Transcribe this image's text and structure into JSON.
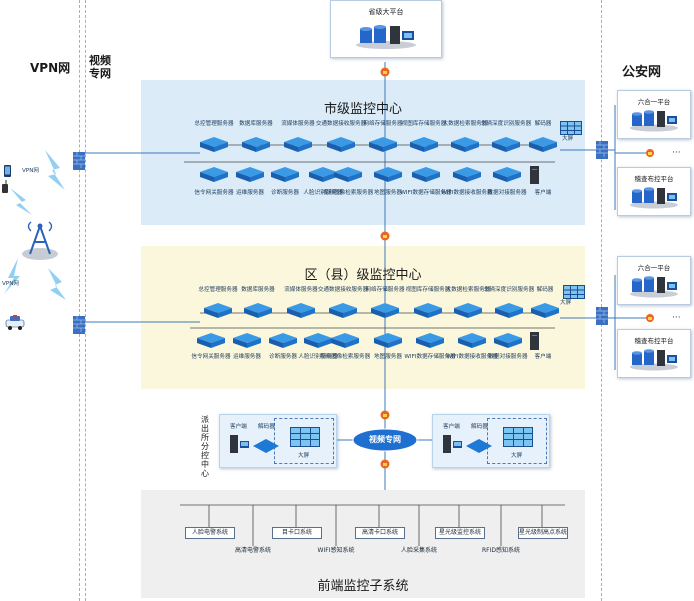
{
  "province": {
    "title": "省级大平台"
  },
  "left_labels": {
    "vpn": "VPN网",
    "video_net": "视频专网",
    "vpn_small_1": "VPN网",
    "vpn_small_2": "VPN网"
  },
  "right_label": "公安网",
  "city": {
    "title": "市级监控中心",
    "top_servers": [
      "总控管理服务器",
      "数据库服务器",
      "流媒体服务器",
      "交通数据接收服务器",
      "网络存储服务器",
      "视图库存储服务器",
      "大数据检索服务器",
      "车辆深度识别服务器",
      "解码器"
    ],
    "bottom_servers": [
      "信令网关服务器",
      "运维服务器",
      "诊断服务器",
      "人脸识别服务器",
      "视频图像检索服务器",
      "地图服务器",
      "WIFI数据存储服务器",
      "WIFI数据接收服务器",
      "数据对接服务器",
      "客户端"
    ],
    "screen_label": "大屏"
  },
  "district": {
    "title": "区（县）级监控中心",
    "top_servers": [
      "总控管理服务器",
      "数据库服务器",
      "流媒体服务器",
      "交通数据接收服务器",
      "网络存储服务器",
      "视图库存储服务器",
      "大数据检索服务器",
      "车辆深度识别服务器",
      "解码器"
    ],
    "bottom_servers": [
      "信令网关服务器",
      "运维服务器",
      "诊断服务器",
      "人脸识别服务器",
      "视频图像检索服务器",
      "地图服务器",
      "WIFI数据存储服务器",
      "WIFI数据接收服务器",
      "数据对接服务器",
      "客户端"
    ],
    "screen_label": "大屏"
  },
  "right_nodes": [
    {
      "title": "六合一平台"
    },
    {
      "title": "稽查布控平台"
    },
    {
      "title": "六合一平台"
    },
    {
      "title": "稽查布控平台"
    }
  ],
  "dots": "···",
  "police_station": {
    "label": "派出所分控中心",
    "client": "客户端",
    "decoder": "解码器",
    "screen": "大屏"
  },
  "video_net_hub": "视频专网",
  "front": {
    "title": "前端监控子系统",
    "top_row": [
      "人脸电警系统",
      "目卡口系统",
      "高清卡口系统",
      "星光级监控系统",
      "星光级制高点系统"
    ],
    "bottom_row": [
      "高清电警系统",
      "WIFI感知系统",
      "人脸采集系统",
      "RFID感知系统"
    ]
  }
}
